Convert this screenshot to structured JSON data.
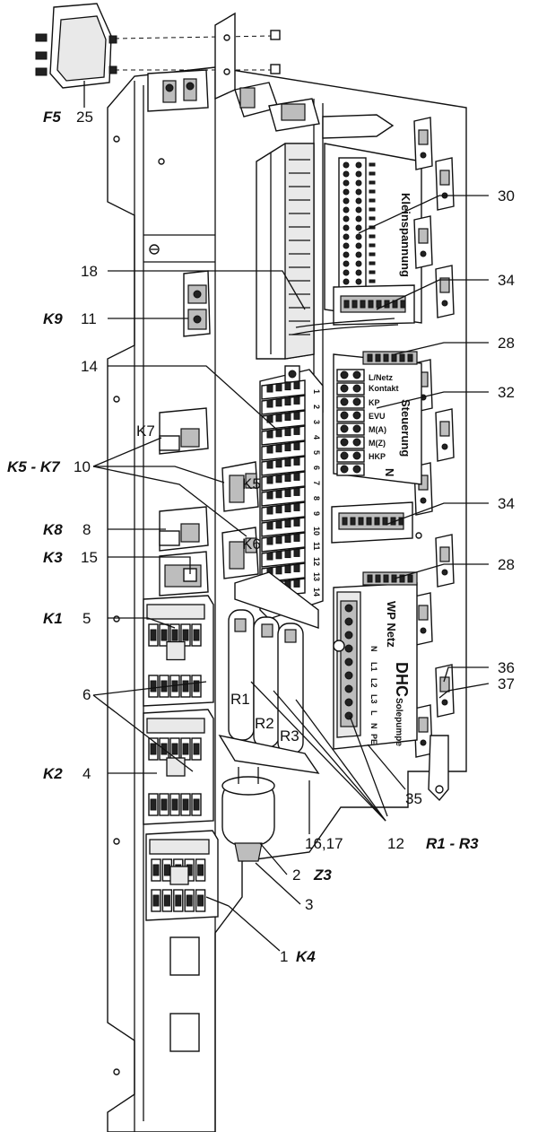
{
  "labels": {
    "f5": "F5",
    "n25": "25",
    "n30": "30",
    "n18": "18",
    "n34a": "34",
    "k9": "K9",
    "n11": "11",
    "n14": "14",
    "n28a": "28",
    "n32": "32",
    "k7": "K7",
    "k5k7": "K5 - K7",
    "n10": "10",
    "k5": "K5",
    "k8": "K8",
    "n8": "8",
    "k6": "K6",
    "n34b": "34",
    "k3": "K3",
    "n15": "15",
    "n28b": "28",
    "k1": "K1",
    "n5": "5",
    "n36": "36",
    "n37": "37",
    "r1": "R1",
    "r2": "R2",
    "r3": "R3",
    "n6": "6",
    "k2": "K2",
    "n4": "4",
    "n35": "35",
    "n1617": "16,17",
    "n12": "12",
    "r1r3": "R1 - R3",
    "n2": "2",
    "z3": "Z3",
    "n3": "3",
    "n1": "1",
    "k4": "K4"
  },
  "panel_text": {
    "kleinspannung": "Kleinspannung",
    "steuerung": "Steuerung",
    "solepumpe": "Solepumpe",
    "wp_netz": "WP Netz",
    "dhc": "DHC",
    "n_mark": "N",
    "l_netz": "L/Netz",
    "kontakt": "Kontakt",
    "kp": "KP",
    "evu": "EVU",
    "ma": "M(A)",
    "mz": "M(Z)",
    "hkp": "HKP",
    "term_n": "N",
    "l1": "L1",
    "l2": "L2",
    "l3": "L3",
    "term_l": "L",
    "term_n2": "N",
    "pe": "PE",
    "pe2": "PE"
  },
  "terminal_numbers": [
    "1",
    "2",
    "3",
    "4",
    "5",
    "6",
    "7",
    "8",
    "9",
    "10",
    "11",
    "12",
    "13",
    "14"
  ]
}
